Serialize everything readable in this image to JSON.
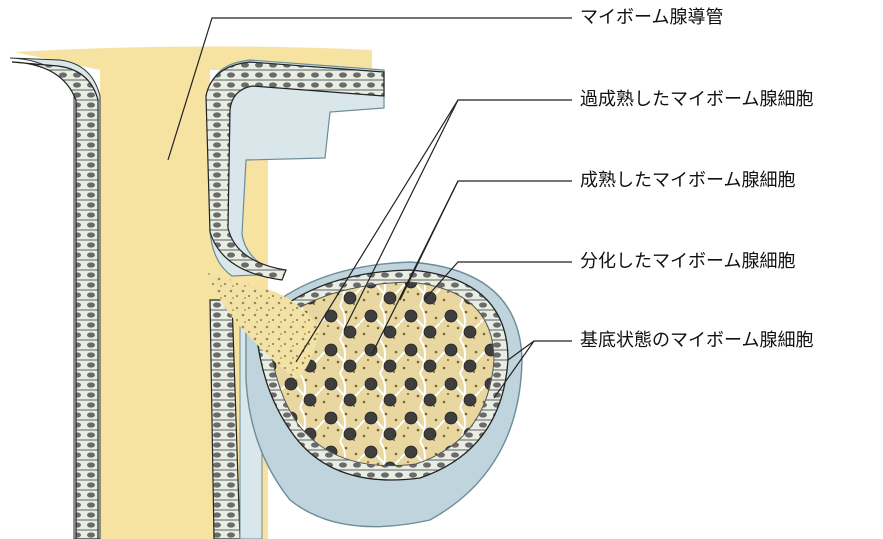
{
  "labels": {
    "duct": "マイボーム腺導管",
    "overmature": "過成熟したマイボーム腺細胞",
    "mature": "成熟したマイボーム腺細胞",
    "differentiated": "分化したマイボーム腺細胞",
    "basal": "基底状態のマイボーム腺細胞"
  },
  "colors": {
    "lumen": "#F6E3A1",
    "tissue": "#D9E6EA",
    "tissue_shadow": "#8FB0BE",
    "cell_nucleus": "#6B6B6B",
    "acinus_fill": "#C8B37A",
    "leader_line": "#222222"
  }
}
